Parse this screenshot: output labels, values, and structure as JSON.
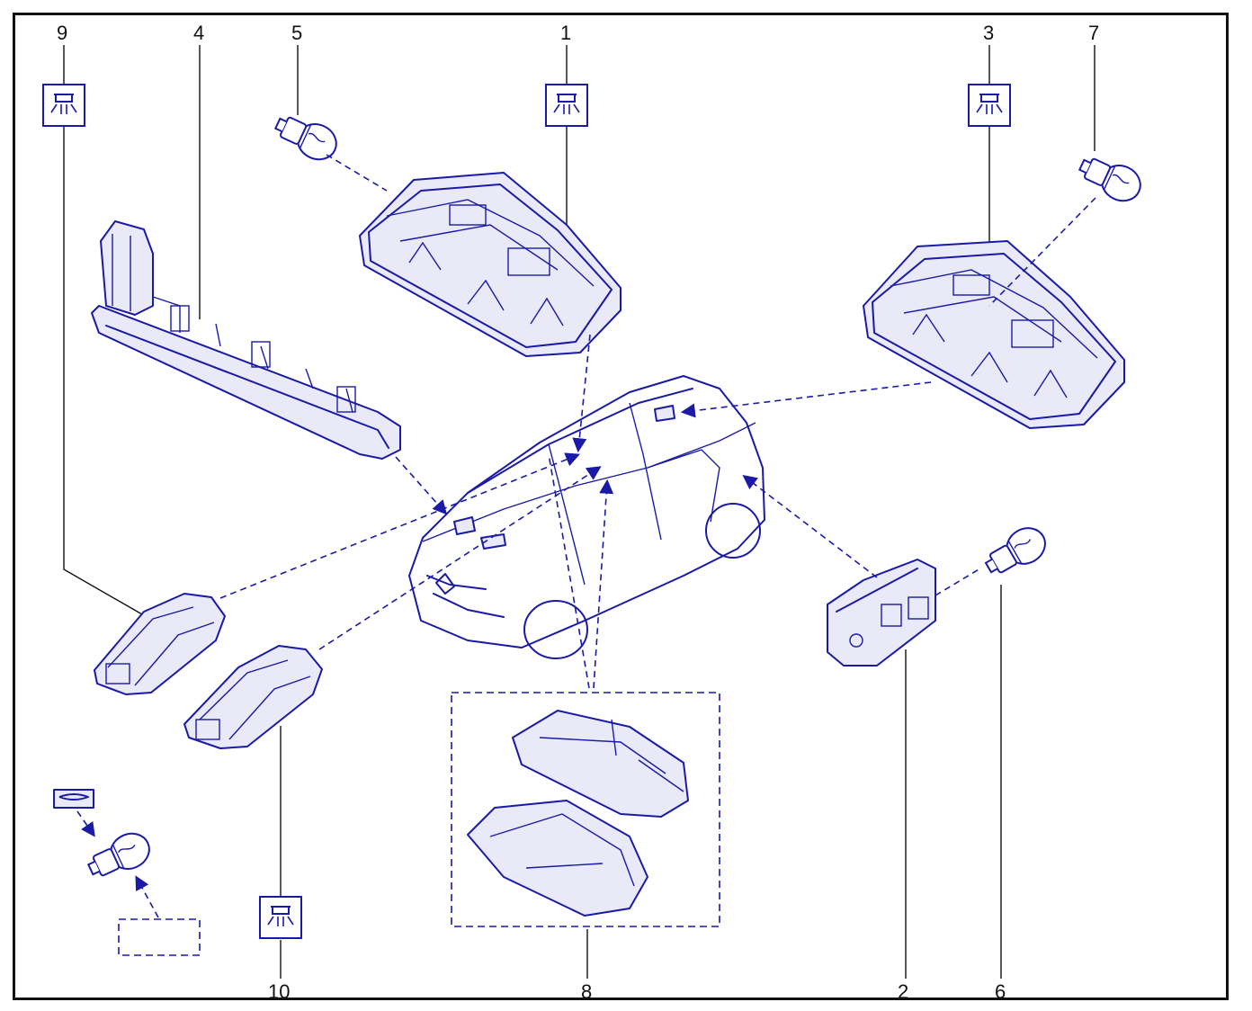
{
  "callouts": {
    "c1": "1",
    "c2": "2",
    "c3": "3",
    "c4": "4",
    "c5": "5",
    "c6": "6",
    "c7": "7",
    "c8": "8",
    "c9": "9",
    "c10": "10"
  },
  "icons": {
    "lamp_symbol": "interior-lamp-icon",
    "bulb": "bulb-icon",
    "wedge_base_label": "label-tag-icon"
  },
  "colors": {
    "line_art": "#1a1aa6",
    "frame": "#111111",
    "background": "#ffffff"
  }
}
